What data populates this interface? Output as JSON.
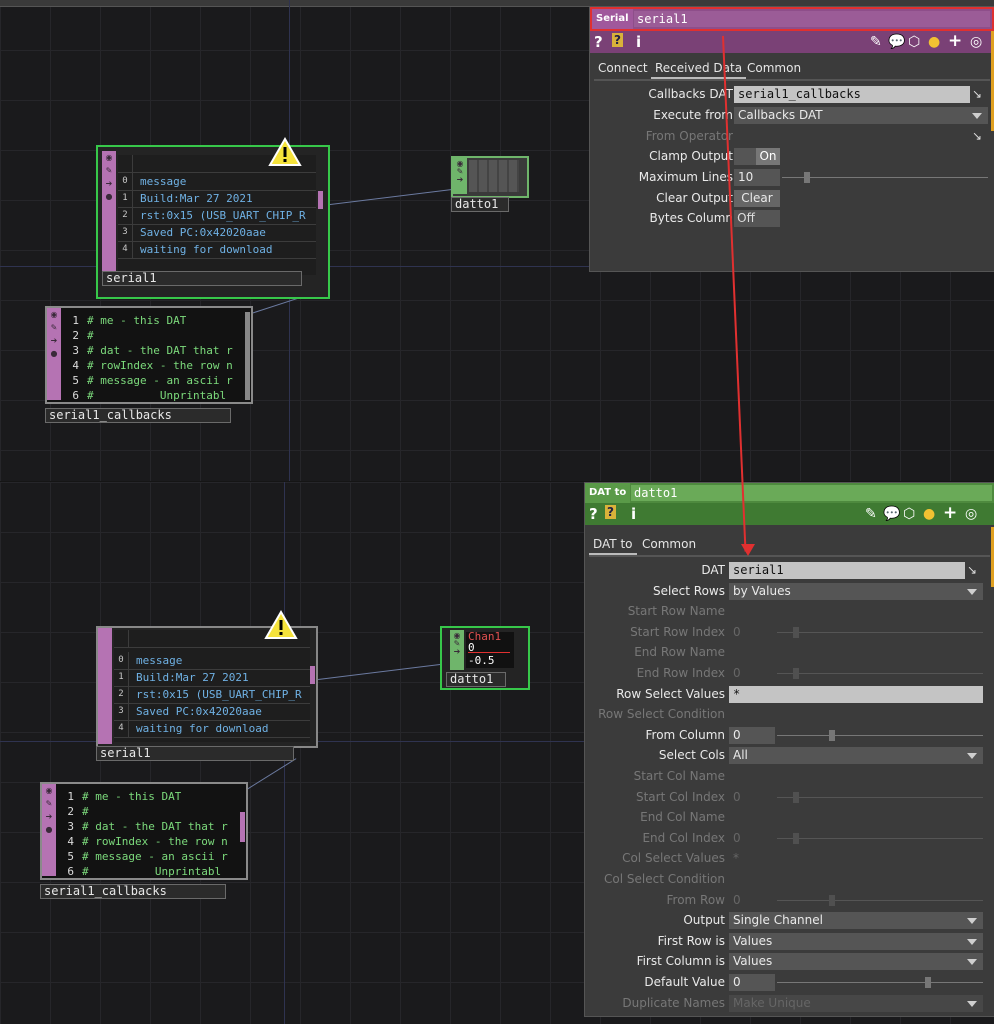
{
  "top_view": {
    "serial_node": {
      "name": "serial1",
      "rows": [
        {
          "index": "0",
          "value": "message"
        },
        {
          "index": "1",
          "value": "Build:Mar 27 2021"
        },
        {
          "index": "2",
          "value": "rst:0x15 (USB_UART_CHIP_R"
        },
        {
          "index": "3",
          "value": "Saved PC:0x42020aae"
        },
        {
          "index": "4",
          "value": "waiting for download"
        }
      ]
    },
    "datto_node": {
      "name": "datto1"
    },
    "callbacks_node": {
      "name": "serial1_callbacks",
      "lines": [
        {
          "n": "1",
          "t": "# me - this DAT"
        },
        {
          "n": "2",
          "t": "#"
        },
        {
          "n": "3",
          "t": "# dat - the DAT that r"
        },
        {
          "n": "4",
          "t": "# rowIndex - the row n"
        },
        {
          "n": "5",
          "t": "# message - an ascii r"
        },
        {
          "n": "6",
          "t": "#          Unprintabl"
        }
      ]
    }
  },
  "bottom_view": {
    "serial_node": {
      "name": "serial1",
      "rows": [
        {
          "index": "0",
          "value": "message"
        },
        {
          "index": "1",
          "value": "Build:Mar 27 2021"
        },
        {
          "index": "2",
          "value": "rst:0x15 (USB_UART_CHIP_R"
        },
        {
          "index": "3",
          "value": "Saved PC:0x42020aae"
        },
        {
          "index": "4",
          "value": "waiting for download"
        }
      ]
    },
    "datto_node": {
      "name": "datto1",
      "viewer_top": "Chan1",
      "viewer_mid": "0",
      "viewer_bot": "-0.5"
    },
    "callbacks_node": {
      "name": "serial1_callbacks",
      "lines": [
        {
          "n": "1",
          "t": "# me - this DAT"
        },
        {
          "n": "2",
          "t": "#"
        },
        {
          "n": "3",
          "t": "# dat - the DAT that r"
        },
        {
          "n": "4",
          "t": "# rowIndex - the row n"
        },
        {
          "n": "5",
          "t": "# message - an ascii r"
        },
        {
          "n": "6",
          "t": "#          Unprintabl"
        }
      ]
    }
  },
  "serial_panel": {
    "type_label": "Serial",
    "op_name": "serial1",
    "header_color": "#8e4e8a",
    "tabs": [
      "Connect",
      "Received Data",
      "Common"
    ],
    "params": {
      "callbacks_dat_label": "Callbacks DAT",
      "callbacks_dat_value": "serial1_callbacks",
      "execute_from_label": "Execute from",
      "execute_from_value": "Callbacks DAT",
      "from_operator_label": "From Operator",
      "clamp_output_label": "Clamp Output",
      "clamp_output_value": "On",
      "maximum_lines_label": "Maximum Lines",
      "maximum_lines_value": "10",
      "clear_output_label": "Clear Output",
      "clear_output_button": "Clear",
      "bytes_column_label": "Bytes Column",
      "bytes_column_value": "Off"
    }
  },
  "datto_panel": {
    "type_label": "DAT to",
    "op_name": "datto1",
    "header_color": "#4e8a3e",
    "tabs": [
      "DAT to",
      "Common"
    ],
    "params": {
      "dat_label": "DAT",
      "dat_value": "serial1",
      "select_rows_label": "Select Rows",
      "select_rows_value": "by Values",
      "start_row_name_label": "Start Row Name",
      "start_row_index_label": "Start Row Index",
      "start_row_index_value": "0",
      "end_row_name_label": "End Row  Name",
      "end_row_index_label": "End Row Index",
      "end_row_index_value": "0",
      "row_select_values_label": "Row Select Values",
      "row_select_values_value": "*",
      "row_select_condition_label": "Row Select Condition",
      "from_column_label": "From Column",
      "from_column_value": "0",
      "select_cols_label": "Select Cols",
      "select_cols_value": "All",
      "start_col_name_label": "Start Col Name",
      "start_col_index_label": "Start Col Index",
      "start_col_index_value": "0",
      "end_col_name_label": "End Col Name",
      "end_col_index_label": "End Col Index",
      "end_col_index_value": "0",
      "col_select_values_label": "Col Select Values",
      "col_select_values_value": "*",
      "col_select_condition_label": "Col Select Condition",
      "from_row_label": "From Row",
      "from_row_value": "0",
      "output_label": "Output",
      "output_value": "Single Channel",
      "first_row_label": "First Row is",
      "first_row_value": "Values",
      "first_column_label": "First Column is",
      "first_column_value": "Values",
      "default_value_label": "Default Value",
      "default_value_value": "0",
      "duplicate_names_label": "Duplicate Names",
      "duplicate_names_value": "Make Unique"
    }
  }
}
